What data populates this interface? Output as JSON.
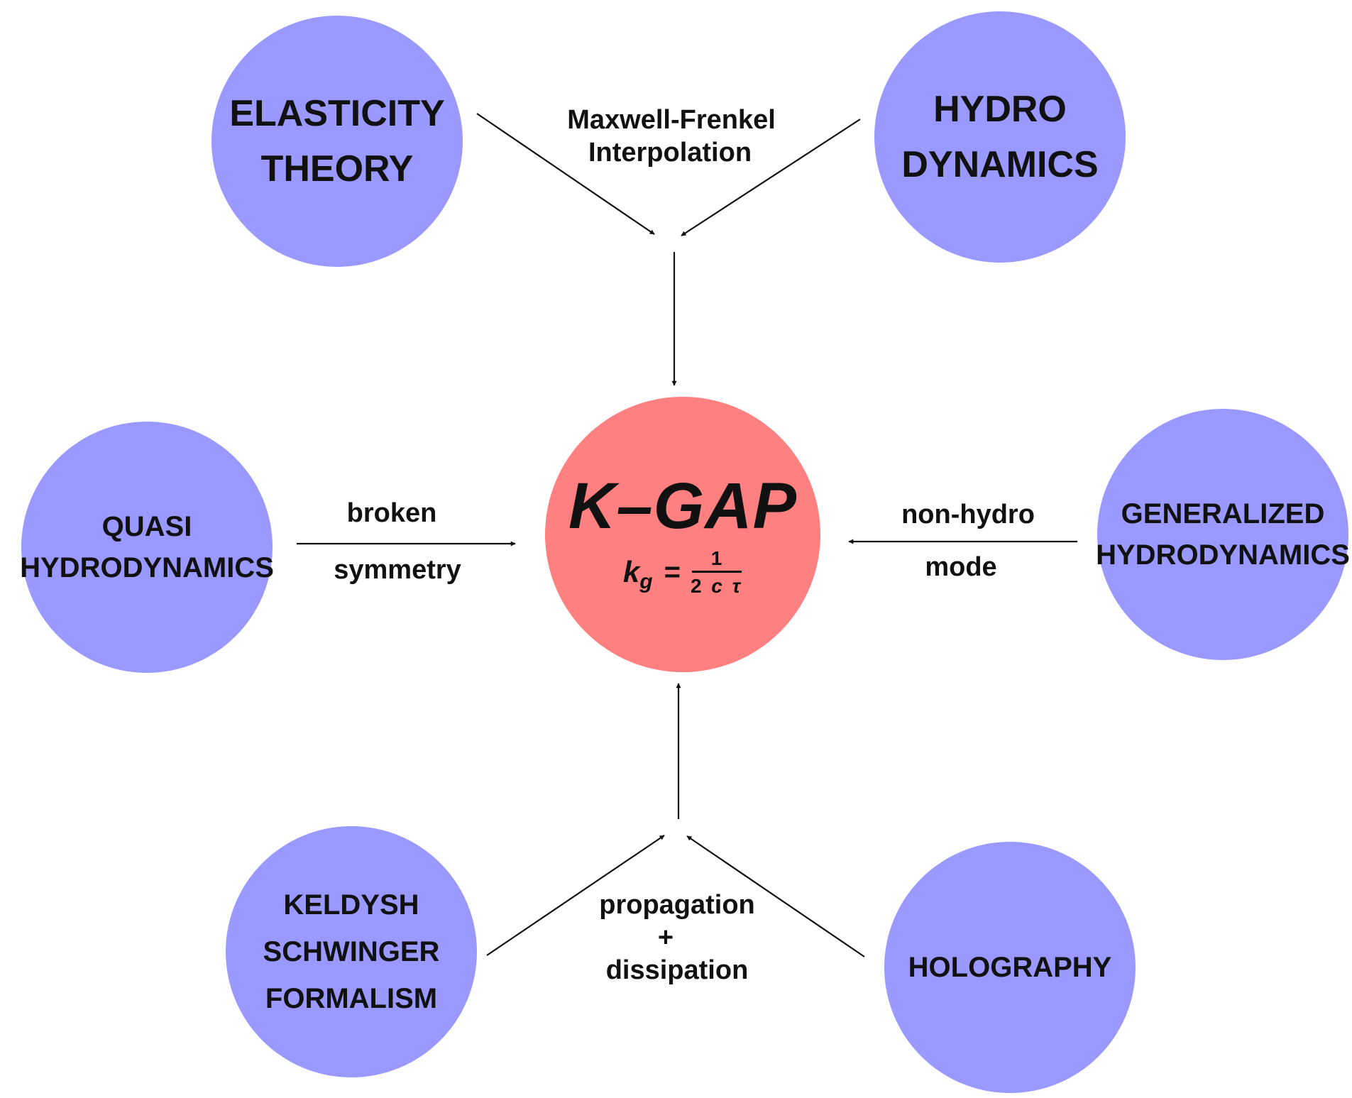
{
  "nodes": {
    "elasticity": {
      "lines": [
        "ELASTICITY",
        "THEORY"
      ]
    },
    "hydro": {
      "lines": [
        "HYDRO",
        "DYNAMICS"
      ]
    },
    "quasi": {
      "lines": [
        "QUASI",
        "HYDRODYNAMICS"
      ]
    },
    "generalized": {
      "lines": [
        "GENERALIZED",
        "HYDRODYNAMICS"
      ]
    },
    "keldysh": {
      "lines": [
        "KELDYSH",
        "SCHWINGER",
        "FORMALISM"
      ]
    },
    "holography": {
      "lines": [
        "HOLOGRAPHY"
      ]
    },
    "kgap": {
      "title": "K–GAP",
      "formula": {
        "lhs": "k",
        "subscript": "g",
        "equals": "=",
        "numerator": "1",
        "denominator": [
          "2",
          "c",
          "τ"
        ]
      }
    }
  },
  "edge_labels": {
    "top": [
      "Maxwell-Frenkel",
      "Interpolation"
    ],
    "left": [
      "broken",
      "symmetry"
    ],
    "right": [
      "non-hydro",
      "mode"
    ],
    "bottom": [
      "propagation",
      "+",
      "dissipation"
    ]
  },
  "colors": {
    "node_blue": "#9999ff",
    "node_red": "#ff8080",
    "arrow": "#111111"
  }
}
